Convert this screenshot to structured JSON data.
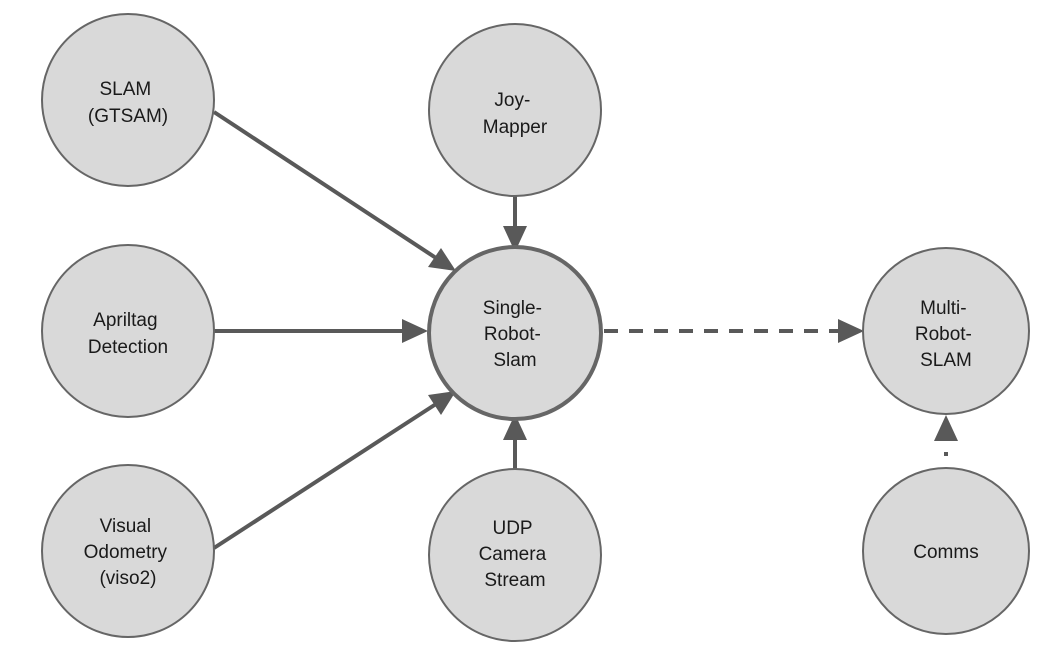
{
  "nodes": {
    "slam_gtsam": {
      "lines": [
        "SLAM",
        "(GTSAM)"
      ]
    },
    "joy_mapper": {
      "lines": [
        "Joy-",
        "Mapper"
      ]
    },
    "apriltag": {
      "lines": [
        "Apriltag",
        "Detection"
      ]
    },
    "single_robot_slam": {
      "lines": [
        "Single-",
        "Robot-",
        "Slam"
      ]
    },
    "multi_robot_slam": {
      "lines": [
        "Multi-",
        "Robot-",
        "SLAM"
      ]
    },
    "visual_odometry": {
      "lines": [
        "Visual",
        "Odometry",
        "(viso2)"
      ]
    },
    "udp_camera": {
      "lines": [
        "UDP",
        "Camera",
        "Stream"
      ]
    },
    "comms": {
      "lines": [
        "Comms"
      ]
    }
  },
  "edges": [
    {
      "from": "SLAM (GTSAM)",
      "to": "Single-Robot-Slam",
      "style": "solid"
    },
    {
      "from": "Joy-Mapper",
      "to": "Single-Robot-Slam",
      "style": "solid"
    },
    {
      "from": "Apriltag Detection",
      "to": "Single-Robot-Slam",
      "style": "solid"
    },
    {
      "from": "Visual Odometry (viso2)",
      "to": "Single-Robot-Slam",
      "style": "solid"
    },
    {
      "from": "UDP Camera Stream",
      "to": "Single-Robot-Slam",
      "style": "solid"
    },
    {
      "from": "Single-Robot-Slam",
      "to": "Multi-Robot-SLAM",
      "style": "dashed"
    },
    {
      "from": "Comms",
      "to": "Multi-Robot-SLAM",
      "style": "dotted"
    }
  ],
  "colors": {
    "node_fill": "#d9d9d9",
    "node_stroke": "#666666",
    "edge": "#595959",
    "text": "#1a1a1a"
  }
}
